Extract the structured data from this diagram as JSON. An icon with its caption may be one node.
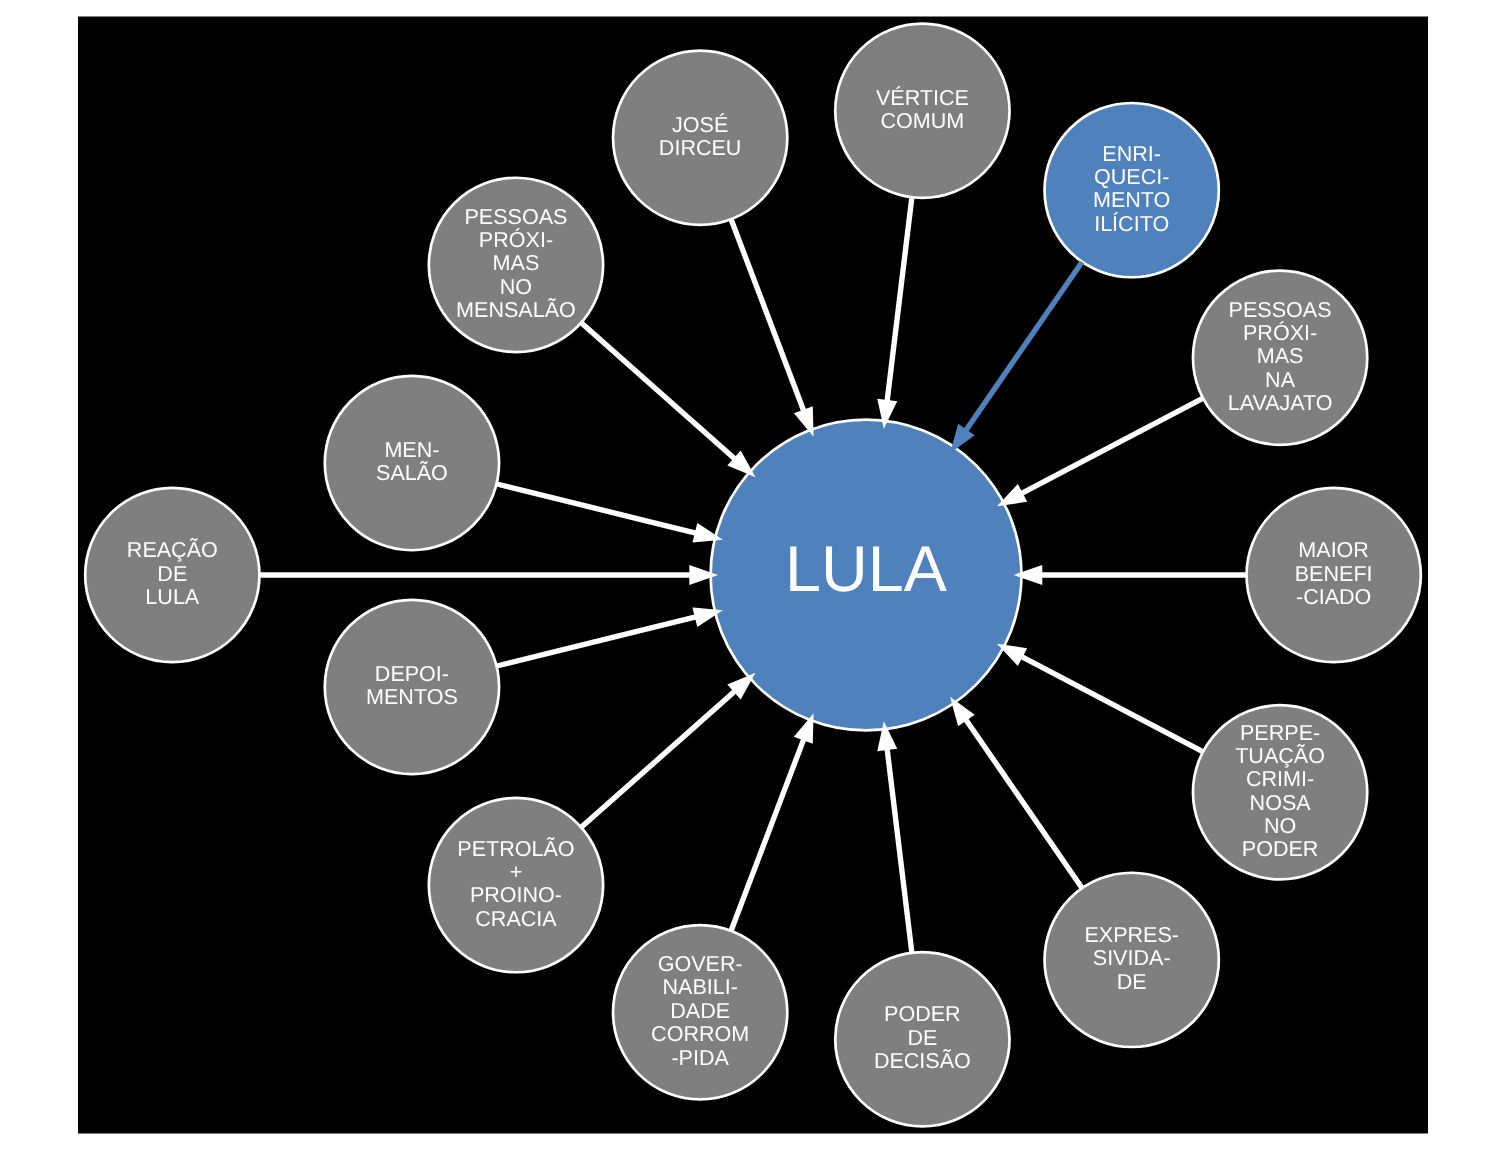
{
  "diagram": {
    "nodes": [
      {
        "text": [
          "REAÇÃO DE LULA"
        ]
      },
      {
        "text": [
          "DEPOI- MENTOS"
        ]
      },
      {
        "text": [
          "PETROLÃO + PROINO- CRACIA"
        ]
      },
      {
        "text": [
          "GOVER- NABILI- DADE CORROM -PIDA"
        ]
      },
      {
        "text": [
          "PODER DE DECISÃO"
        ]
      },
      {
        "text": [
          "EXPRES- SIVIDA- DE"
        ]
      },
      {
        "text": [
          "PERPE- TUAÇÃO CRIMI- NOSA NO PODER"
        ]
      },
      {
        "text": [
          "MAIOR BENEFI -CIADO"
        ]
      },
      {
        "text": [
          "LULA"
        ]
      },
      {
        "text": [
          "PESSOAS PRÓXI- MAS NA LAVAJATO"
        ]
      },
      {
        "text": [
          "ENRI- QUECI- MENTO ILÍCITO"
        ]
      },
      {
        "text": [
          "VÉRTICE COMUM"
        ]
      },
      {
        "text": [
          "JOSÉ DIRCEU"
        ]
      },
      {
        "text": [
          "PESSOAS PRÓXI- MAS NO MENSALÃO"
        ]
      },
      {
        "text": [
          "MEN- SALÃO"
        ]
      }
    ],
    "edges": [
      {
        "from": 0,
        "to": 8,
        "arrow": "to"
      },
      {
        "from": 1,
        "to": 8,
        "arrow": "to"
      },
      {
        "from": 2,
        "to": 8,
        "arrow": "to"
      },
      {
        "from": 3,
        "to": 8,
        "arrow": "to"
      },
      {
        "from": 4,
        "to": 8,
        "arrow": "to"
      },
      {
        "from": 5,
        "to": 8,
        "arrow": "to"
      },
      {
        "from": 6,
        "to": 8,
        "arrow": "to"
      },
      {
        "from": 7,
        "to": 8,
        "arrow": "to"
      },
      {
        "from": 9,
        "to": 8,
        "arrow": "to"
      },
      {
        "from": 10,
        "to": 8,
        "arrow": "to",
        "color": "#4f81bd"
      },
      {
        "from": 11,
        "to": 8,
        "arrow": "to"
      },
      {
        "from": 12,
        "to": 8,
        "arrow": "to"
      },
      {
        "from": 13,
        "to": 8,
        "arrow": "to"
      },
      {
        "from": 14,
        "to": 8,
        "arrow": "to"
      }
    ]
  }
}
